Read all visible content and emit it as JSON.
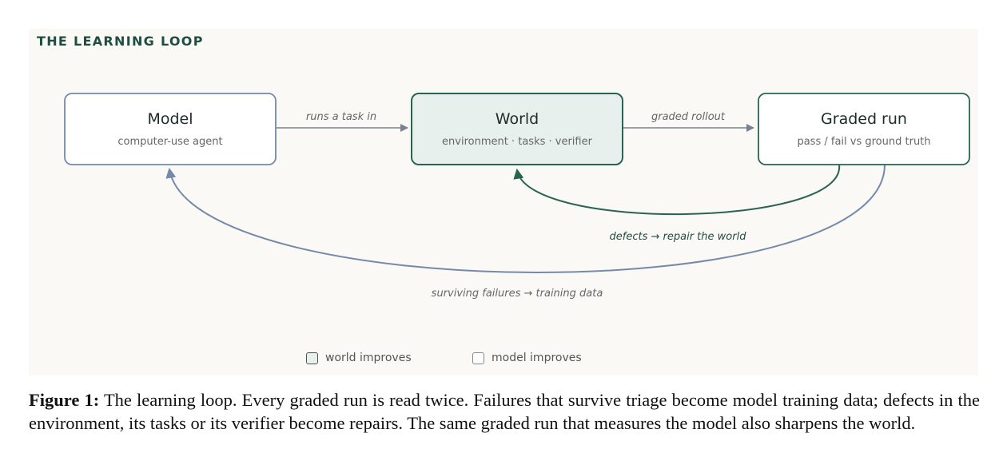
{
  "heading": "THE LEARNING LOOP",
  "nodes": {
    "model": {
      "title": "Model",
      "subtitle": "computer-use agent"
    },
    "world": {
      "title": "World",
      "subtitle": "environment · tasks · verifier"
    },
    "graded": {
      "title": "Graded run",
      "subtitle": "pass / fail vs ground truth"
    }
  },
  "edges": {
    "model_to_world": "runs a task in",
    "world_to_graded": "graded rollout",
    "graded_to_world": "defects → repair the world",
    "graded_to_model": "surviving failures → training data"
  },
  "legend": {
    "world": "world improves",
    "model": "model improves"
  },
  "colors": {
    "world_accent": "#2a6354",
    "world_fill": "#e8f0ed",
    "model_accent": "#7589a9",
    "arrow_gray": "#7a8290"
  },
  "caption": {
    "label": "Figure 1:",
    "text": "The learning loop. Every graded run is read twice. Failures that survive triage become model training data; defects in the environment, its tasks or its verifier become repairs. The same graded run that measures the model also sharpens the world."
  }
}
